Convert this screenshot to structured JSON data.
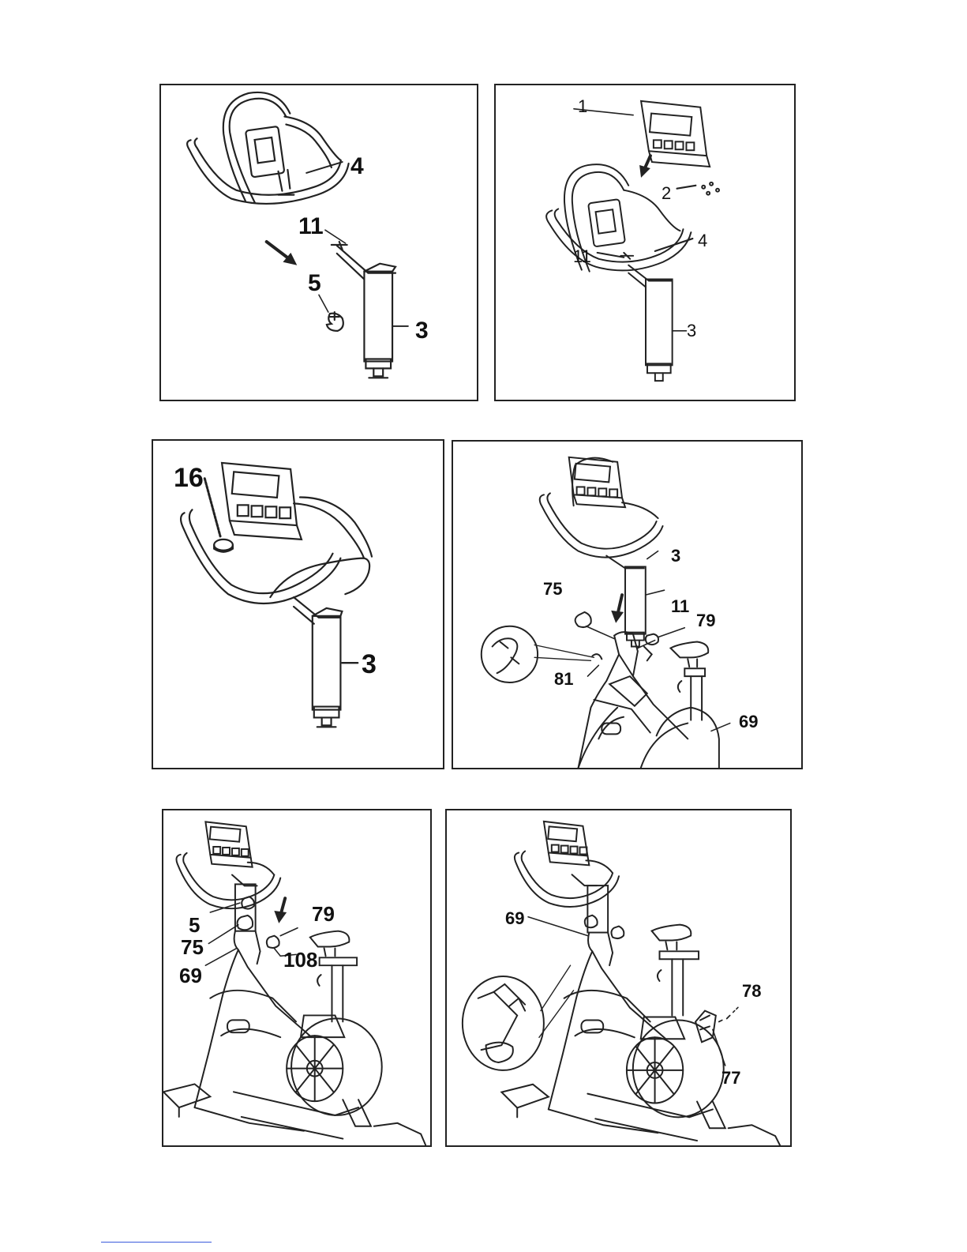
{
  "panels": [
    {
      "id": "p1",
      "labels": {
        "a": "4",
        "b": "11",
        "c": "5",
        "d": "3"
      }
    },
    {
      "id": "p2",
      "labels": {
        "a": "1",
        "b": "2",
        "c": "4",
        "d": "11",
        "e": "3"
      }
    },
    {
      "id": "p3",
      "labels": {
        "a": "16",
        "b": "3"
      }
    },
    {
      "id": "p4",
      "labels": {
        "a": "3",
        "b": "75",
        "c": "11",
        "d": "79",
        "e": "81",
        "f": "69"
      }
    },
    {
      "id": "p5",
      "labels": {
        "a": "5",
        "b": "79",
        "c": "75",
        "d": "108",
        "e": "69"
      }
    },
    {
      "id": "p6",
      "labels": {
        "a": "69",
        "b": "78",
        "c": "77"
      }
    }
  ],
  "colors": {
    "ink": "#222222",
    "footer_line": "#3b5bdb"
  }
}
